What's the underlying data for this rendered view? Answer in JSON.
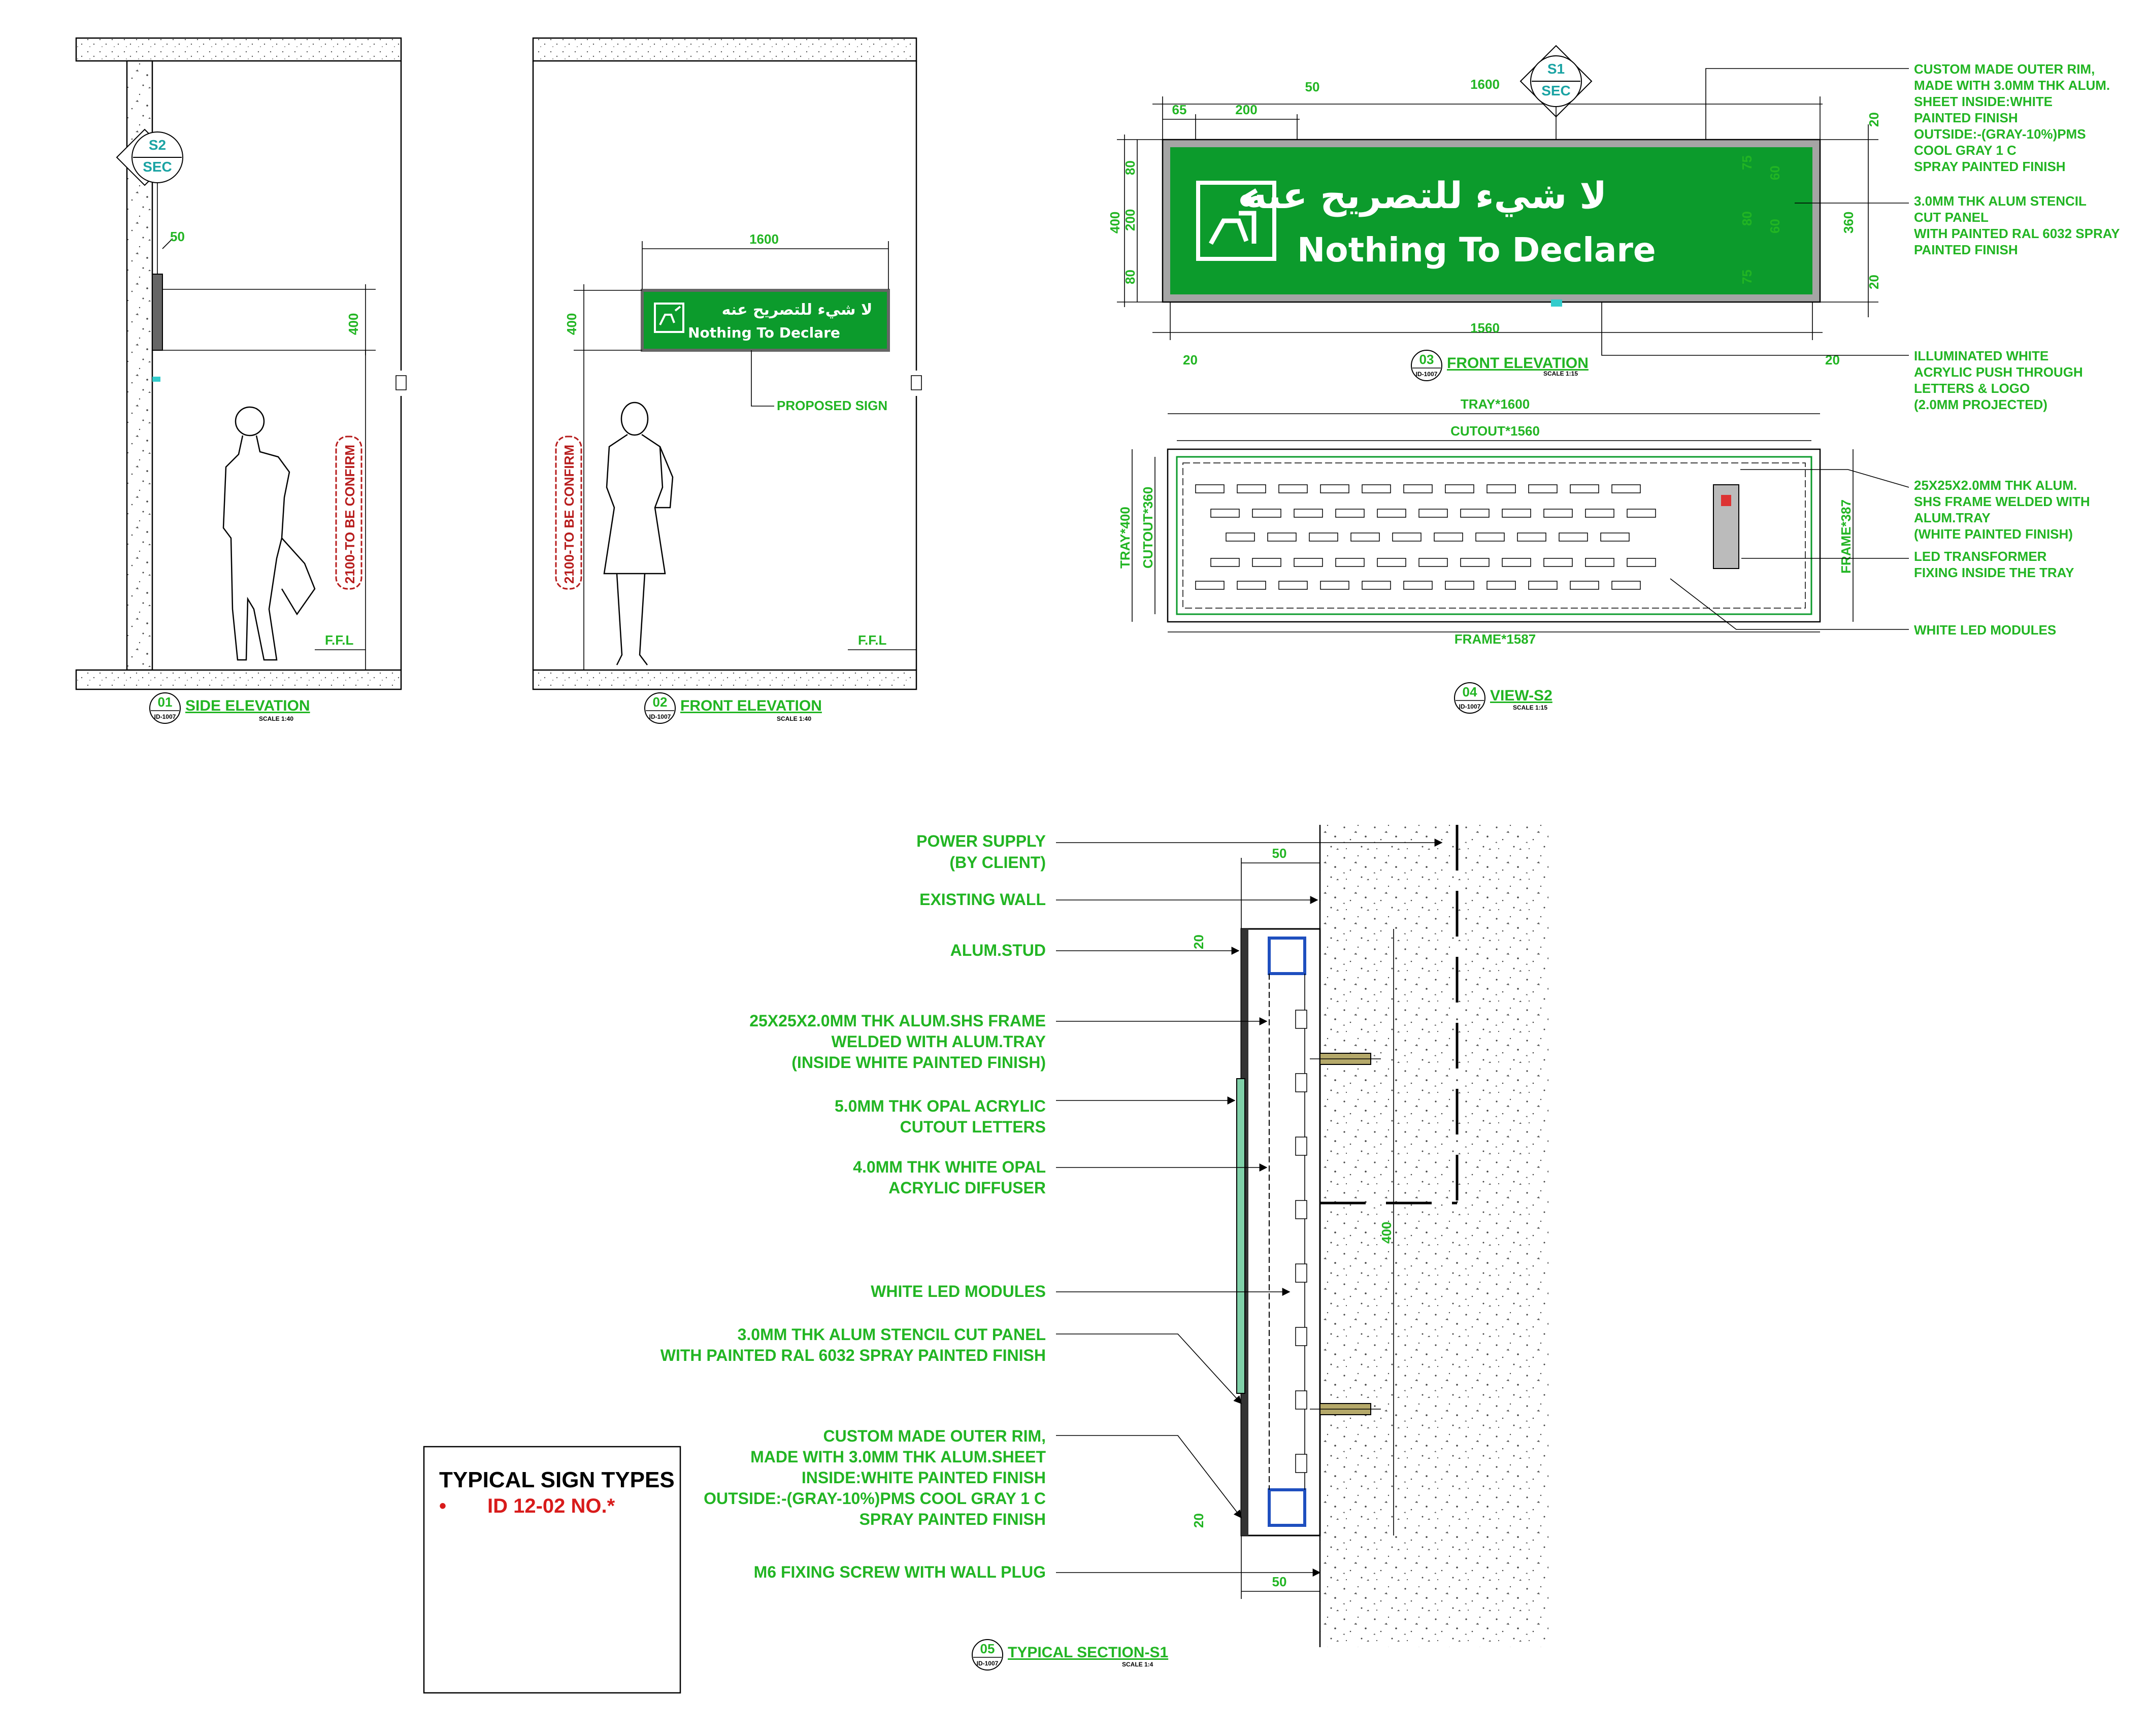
{
  "sign": {
    "arabic": "لا شيء للتصريح عنه",
    "english": "Nothing To Declare",
    "green": "#0c9b2c",
    "rim": "#9a9a9a"
  },
  "views": {
    "side": {
      "num": "01",
      "title": "SIDE ELEVATION",
      "scale": "SCALE 1:40",
      "ref": "ID-1007"
    },
    "front": {
      "num": "02",
      "title": "FRONT ELEVATION",
      "scale": "SCALE 1:40",
      "ref": "ID-1007"
    },
    "front_detail": {
      "num": "03",
      "title": "FRONT ELEVATION",
      "scale": "SCALE 1:15",
      "ref": "ID-1007"
    },
    "view_s2": {
      "num": "04",
      "title": "VIEW-S2",
      "scale": "SCALE 1:15",
      "ref": "ID-1007"
    },
    "section": {
      "num": "05",
      "title": "TYPICAL SECTION-S1",
      "scale": "SCALE 1:4",
      "ref": "ID-1007"
    }
  },
  "markers": {
    "s2": "S2",
    "s1": "S1",
    "sec": "SEC"
  },
  "elevation_labels": {
    "side_dim_50": "50",
    "side_dim_400": "400",
    "side_height": "2100-TO BE CONFIRM",
    "ffl": "F.F.L",
    "front_dim_1600": "1600",
    "front_dim_400": "400",
    "front_height": "2100-TO BE CONFIRM",
    "proposed": "PROPOSED SIGN"
  },
  "front_detail_dims": {
    "d65": "65",
    "d200": "200",
    "d50": "50",
    "d1600": "1600",
    "d80a": "80",
    "d200v": "200",
    "d80b": "80",
    "d400": "400",
    "d1560": "1560",
    "d20a": "20",
    "d20b": "20",
    "r20a": "20",
    "r360": "360",
    "r20b": "20",
    "i75a": "75",
    "i60a": "60",
    "i80": "80",
    "i60b": "60",
    "i75b": "75"
  },
  "front_detail_notes": [
    [
      "CUSTOM MADE OUTER RIM,",
      "MADE WITH 3.0MM THK ALUM.",
      "SHEET INSIDE:WHITE",
      "PAINTED FINISH",
      "OUTSIDE:-(GRAY-10%)PMS",
      "COOL GRAY 1 C",
      "SPRAY PAINTED FINISH"
    ],
    [
      "3.0MM THK ALUM STENCIL",
      "CUT PANEL",
      "WITH PAINTED RAL 6032 SPRAY",
      "PAINTED FINISH"
    ],
    [
      "ILLUMINATED WHITE",
      "ACRYLIC PUSH THROUGH",
      "LETTERS & LOGO",
      "(2.0MM PROJECTED)"
    ]
  ],
  "view_s2_dims": {
    "tray": "TRAY*1600",
    "cutout": "CUTOUT*1560",
    "tray_v": "TRAY*400",
    "cutout_v": "CUTOUT*360",
    "frame_v": "FRAME*387",
    "frame": "FRAME*1587"
  },
  "view_s2_notes": [
    [
      "25X25X2.0MM THK ALUM.",
      "SHS FRAME  WELDED WITH",
      "ALUM.TRAY",
      "(WHITE PAINTED FINISH)"
    ],
    [
      "LED TRANSFORMER",
      "FIXING INSIDE THE TRAY"
    ],
    [
      "WHITE LED MODULES"
    ]
  ],
  "section_notes": [
    [
      "POWER SUPPLY",
      "(BY CLIENT)"
    ],
    [
      "EXISTING WALL"
    ],
    [
      "ALUM.STUD"
    ],
    [
      "25X25X2.0MM THK ALUM.SHS FRAME",
      "WELDED WITH ALUM.TRAY",
      "(INSIDE WHITE PAINTED FINISH)"
    ],
    [
      "5.0MM THK OPAL ACRYLIC",
      "CUTOUT LETTERS"
    ],
    [
      "4.0MM THK WHITE OPAL",
      "ACRYLIC DIFFUSER"
    ],
    [
      "WHITE LED MODULES"
    ],
    [
      "3.0MM THK ALUM STENCIL CUT PANEL",
      "WITH PAINTED RAL 6032 SPRAY PAINTED FINISH"
    ],
    [
      "CUSTOM MADE OUTER RIM,",
      "MADE WITH 3.0MM THK ALUM.SHEET",
      "INSIDE:WHITE PAINTED FINISH",
      "OUTSIDE:-(GRAY-10%)PMS COOL GRAY 1 C",
      "SPRAY PAINTED FINISH"
    ],
    [
      "M6 FIXING SCREW WITH WALL PLUG"
    ]
  ],
  "section_dims": {
    "top50": "50",
    "bot50": "50",
    "top20": "20",
    "bot20": "20",
    "h400": "400"
  },
  "legend": {
    "title": "TYPICAL SIGN TYPES",
    "bullet": "•",
    "item": "ID 12-02 NO.*"
  }
}
